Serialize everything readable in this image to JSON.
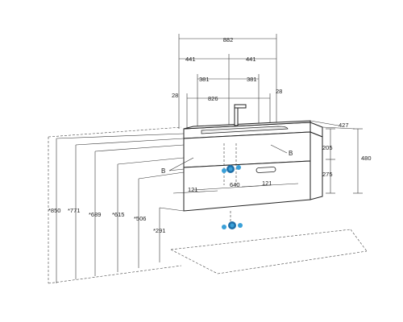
{
  "top_dims": {
    "overall_width": "882",
    "half_left": "441",
    "half_right": "441",
    "inner_left": "381",
    "inner_right": "381",
    "basin_width": "826",
    "edge_left": "28",
    "edge_right": "28"
  },
  "side_dims": {
    "depth": "427",
    "basin_height": "205",
    "drawer_height": "275",
    "total_height": "480"
  },
  "front_dims": {
    "left_offset": "121",
    "span": "640",
    "right_offset": "121"
  },
  "height_dims": [
    "*850",
    "*771",
    "*689",
    "*615",
    "*506",
    "*291"
  ],
  "labels": {
    "callout_left": "B",
    "callout_right": "B"
  },
  "colors": {
    "line": "#333333",
    "connection": "#3aa0d8",
    "connection_dark": "#1f6fa8"
  }
}
